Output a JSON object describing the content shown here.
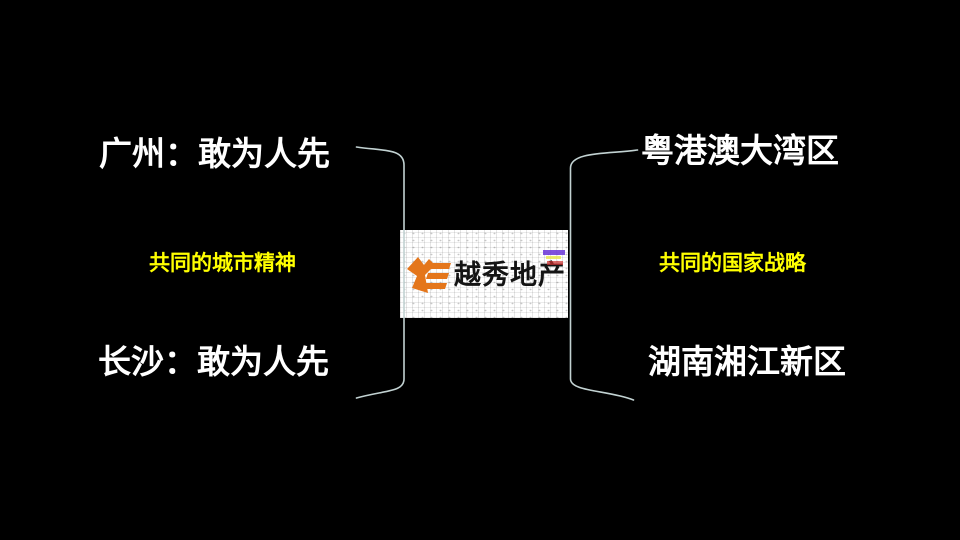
{
  "slide": {
    "background_color": "#000000",
    "left_group": {
      "top_title": "广州：敢为人先",
      "center_label": "共同的城市精神",
      "bottom_title": "长沙：敢为人先"
    },
    "right_group": {
      "top_title": "粤港澳大湾区",
      "center_label": "共同的国家战略",
      "bottom_title": "湖南湘江新区"
    },
    "logo": {
      "wordmark": "越秀地产",
      "mark_icon": "yuexiu-ye-monogram",
      "colors": {
        "mark_orange": "#e4761b",
        "wordmark_color": "#141414",
        "panel_background": "#ffffff"
      }
    },
    "colors": {
      "title_text": "#ffffff",
      "accent_text": "#ffff00",
      "bracket_line": "#c2d2d2"
    }
  }
}
